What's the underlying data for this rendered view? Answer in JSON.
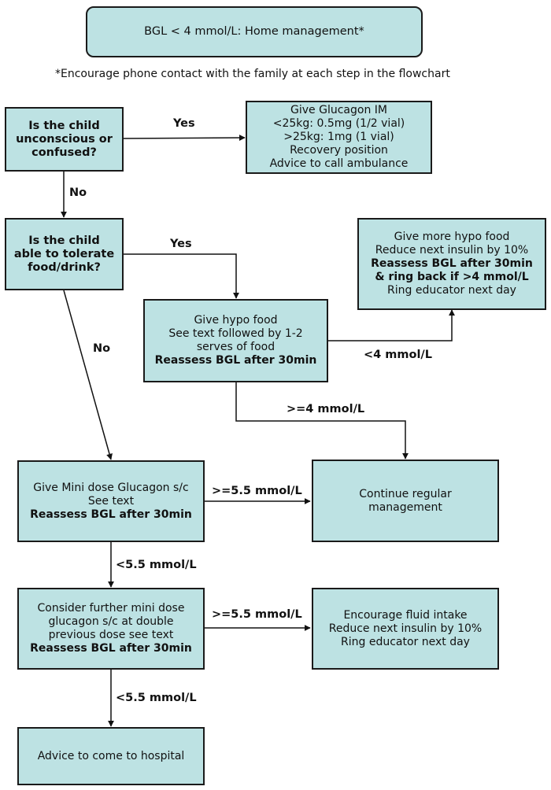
{
  "title": "BGL < 4 mmol/L: Home management*",
  "note": "*Encourage phone contact with the family at each step in the flowchart",
  "nodes": {
    "q1": [
      "Is the child",
      "unconscious or",
      "confused?"
    ],
    "glucagon_im": [
      "Give Glucagon IM",
      "<25kg: 0.5mg (1/2 vial)",
      ">25kg: 1mg (1 vial)",
      "Recovery position",
      "Advice to call ambulance"
    ],
    "q2": [
      "Is the child",
      "able to tolerate",
      "food/drink?"
    ],
    "more_hypo": {
      "l1": "Give more hypo food",
      "l2": "Reduce next insulin by 10%",
      "l3": "Reassess BGL after 30min",
      "l4": "& ring back if >4 mmol/L",
      "l5": "Ring educator next day"
    },
    "hypo_food": {
      "l1": "Give hypo food",
      "l2": "See text followed by 1-2",
      "l3": "serves of food",
      "l4": "Reassess BGL after 30min"
    },
    "mini_dose": {
      "l1": "Give Mini dose Glucagon s/c",
      "l2": "See text",
      "l3": "Reassess BGL after 30min"
    },
    "continue": [
      "Continue regular",
      "management"
    ],
    "further_dose": {
      "l1": "Consider further mini dose",
      "l2": "glucagon s/c at double",
      "l3": "previous dose see text",
      "l4": "Reassess BGL after 30min"
    },
    "fluid": [
      "Encourage fluid intake",
      "Reduce next insulin by 10%",
      "Ring educator next day"
    ],
    "hospital": "Advice to come to hospital"
  },
  "edge_labels": {
    "q1_yes": "Yes",
    "q1_no": "No",
    "q2_yes": "Yes",
    "q2_no": "No",
    "hypo_lt4": "<4 mmol/L",
    "hypo_ge4": ">=4 mmol/L",
    "mini_ge55": ">=5.5 mmol/L",
    "mini_lt55": "<5.5 mmol/L",
    "further_ge55": ">=5.5 mmol/L",
    "further_lt55": "<5.5 mmol/L"
  }
}
